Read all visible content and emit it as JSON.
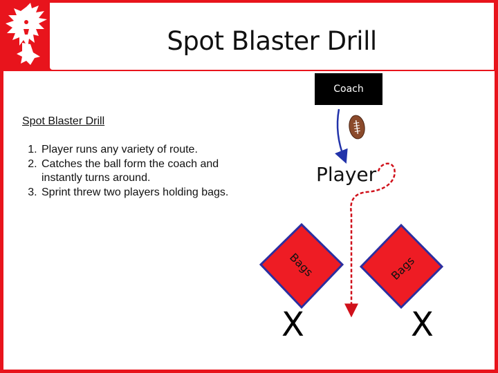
{
  "slide": {
    "title": "Spot Blaster Drill",
    "subtitle": "Spot Blaster Drill",
    "steps": [
      "Player runs any variety of route.",
      "Catches the ball form the coach and instantly turns around.",
      "Sprint threw two players holding bags."
    ]
  },
  "diagram": {
    "coach_label": "Coach",
    "player_label": "Player",
    "bag_left_label": "Bags",
    "bag_right_label": "Bags",
    "defender_left": "X",
    "defender_right": "X"
  },
  "colors": {
    "brand_red": "#e8141c",
    "bag_fill": "#ee1c24",
    "bag_border": "#2b2fa0",
    "route_red": "#d0101a",
    "ball_path_blue": "#2233aa"
  },
  "icons": [
    "hawk-logo-icon",
    "football-icon"
  ]
}
